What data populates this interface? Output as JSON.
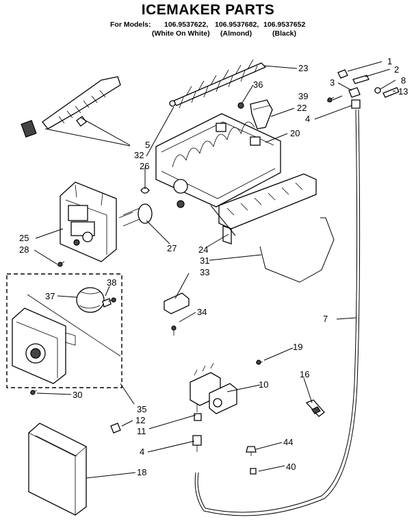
{
  "header": {
    "title": "ICEMAKER PARTS",
    "for_models_label": "For Models:",
    "models": [
      {
        "number": "106.9537622,",
        "variant": "(White On White)"
      },
      {
        "number": "106.9537682,",
        "variant": "(Almond)"
      },
      {
        "number": "106.9537652",
        "variant": "(Black)"
      }
    ]
  },
  "callouts": [
    "1",
    "2",
    "3",
    "4",
    "5",
    "7",
    "8",
    "10",
    "11",
    "12",
    "13",
    "16",
    "18",
    "19",
    "20",
    "22",
    "23",
    "24",
    "25",
    "26",
    "27",
    "28",
    "30",
    "31",
    "32",
    "33",
    "34",
    "35",
    "36",
    "37",
    "38",
    "39",
    "40",
    "44"
  ],
  "callout_labels": {
    "c1": "1",
    "c2": "2",
    "c3": "3",
    "c8": "8",
    "c13": "13",
    "c39": "39",
    "c4a": "4",
    "c23": "23",
    "c36": "36",
    "c22": "22",
    "c20": "20",
    "c5": "5",
    "c32": "32",
    "c26": "26",
    "c25": "25",
    "c28": "28",
    "c27": "27",
    "c24": "24",
    "c31": "31",
    "c33": "33",
    "c37": "37",
    "c38": "38",
    "c34": "34",
    "c7": "7",
    "c19": "19",
    "c10": "10",
    "c16": "16",
    "c30": "30",
    "c35": "35",
    "c12": "12",
    "c11": "11",
    "c44": "44",
    "c4b": "4",
    "c18": "18",
    "c40": "40"
  }
}
